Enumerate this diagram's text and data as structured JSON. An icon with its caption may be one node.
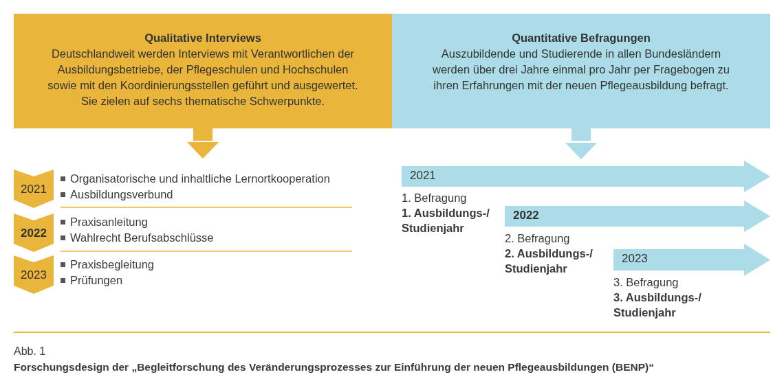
{
  "diagram": {
    "caption": "Forschungsdesign der „Begleitforschung des Veränderungsprozesses zur Einführung der neuen Pflegeausbildungen (BENP)“",
    "nodes": [
      {
        "text": [
          "Qualitative Interviews",
          "Deutschlandweit werden Interviews mit Verantwortlichen der Ausbildungsbetriebe, der Pflegeschulen und Hochschulen sowie mit den Koordinierungsstellen geführt und ausgewertet. Sie zielen auf sechs thematische Schwerpunkte."
        ]
      },
      {
        "text": [
          "Quantitative Befragungen",
          "Auszubildende und Studierende in allen Bundesländern werden über drei Jahre einmal pro Jahr per Fragebogen zu ihren Erfahrungen mit der neuen Pflegeausbildung befragt."
        ]
      },
      {
        "text": [
          "2021"
        ],
        "beside": [
          "Organisatorische und inhaltliche Lernortkooperation",
          "Ausbildungsverbund"
        ]
      },
      {
        "text": [
          "2022"
        ],
        "beside": [
          "Praxisanleitung",
          "Wahlrecht Berufsabschlüsse"
        ]
      },
      {
        "text": [
          "2023"
        ],
        "beside": [
          "Praxisbegleitung",
          "Prüfungen"
        ]
      },
      {
        "text": [
          "2021"
        ],
        "beside": [
          "1. Befragung",
          "1. Ausbildungs-/ Studienjahr"
        ]
      },
      {
        "text": [
          "2022"
        ],
        "beside": [
          "2. Befragung",
          "2. Ausbildungs-/ Studienjahr"
        ]
      },
      {
        "text": [
          "2023"
        ],
        "beside": [
          "3. Befragung",
          "3. Ausbildungs-/ Studienjahr"
        ]
      }
    ],
    "edges": [
      {
        "from": 0,
        "to": 2,
        "arrow": "to",
        "color": "#e9b53a"
      },
      {
        "from": 1,
        "to": 5,
        "arrow": "to",
        "color": "#acdce8"
      }
    ],
    "labels": [
      "Abb. 1"
    ]
  }
}
